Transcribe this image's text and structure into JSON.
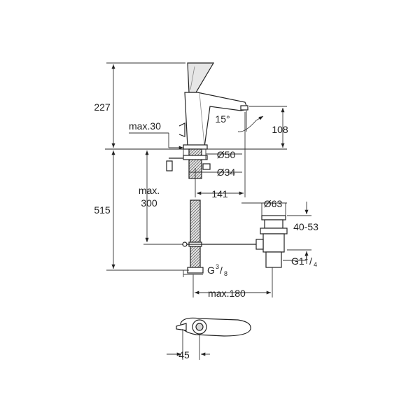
{
  "dimensions": {
    "height_above_deck": "227",
    "spout_height": "108",
    "spout_angle": "15°",
    "lever_travel": "max.30",
    "base_diameter": "Ø50",
    "hole_diameter": "Ø34",
    "spout_reach": "141",
    "below_deck_max_label": "max.",
    "below_deck_max_value": "300",
    "total_height": "515",
    "waste_diameter": "Ø63",
    "waste_range": "40-53",
    "waste_thread_main": "G1",
    "waste_thread_num": "1",
    "waste_thread_den": "4",
    "supply_thread_main": "G",
    "supply_thread_num": "3",
    "supply_thread_den": "8",
    "rod_length": "max.180",
    "lever_offset": "45"
  },
  "colors": {
    "line": "#222222",
    "dim_line": "#333333",
    "shade": "#d9d9d9"
  }
}
